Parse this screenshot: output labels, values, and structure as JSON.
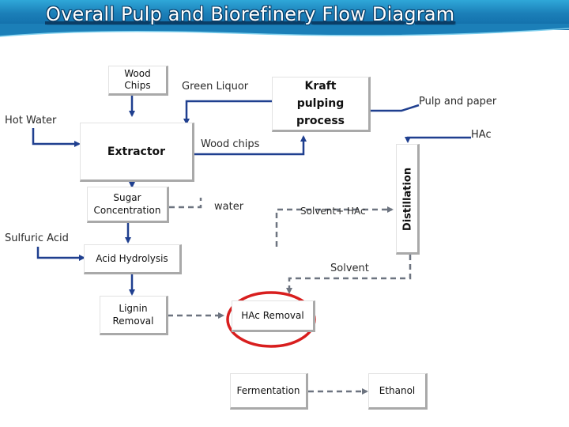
{
  "title": "Overall Pulp and Biorefinery Flow Diagram",
  "boxes": {
    "wood_chips": "Wood Chips",
    "extractor": "Extractor",
    "kraft": "Kraft pulping process",
    "sugar_concentration": "Sugar Concentration",
    "acid_hydrolysis": "Acid Hydrolysis",
    "lignin_removal": "Lignin Removal",
    "hac_removal": "HAc Removal",
    "fermentation": "Fermentation",
    "ethanol": "Ethanol",
    "distillation": "Distillation"
  },
  "labels": {
    "green_liquor": "Green Liquor",
    "pulp_and_paper": "Pulp and paper",
    "hot_water": "Hot Water",
    "hac": "HAc",
    "wood_chips_flow": "Wood chips",
    "water": "water",
    "solvent_hac": "Solvent+ HAc",
    "sulfuric_acid": "Sulfuric Acid",
    "solvent": "Solvent"
  },
  "colors": {
    "arrow": "#1f3f8f",
    "dashed": "#6d7480",
    "highlight": "#d81e1e",
    "banner": "#1b7fb8"
  }
}
